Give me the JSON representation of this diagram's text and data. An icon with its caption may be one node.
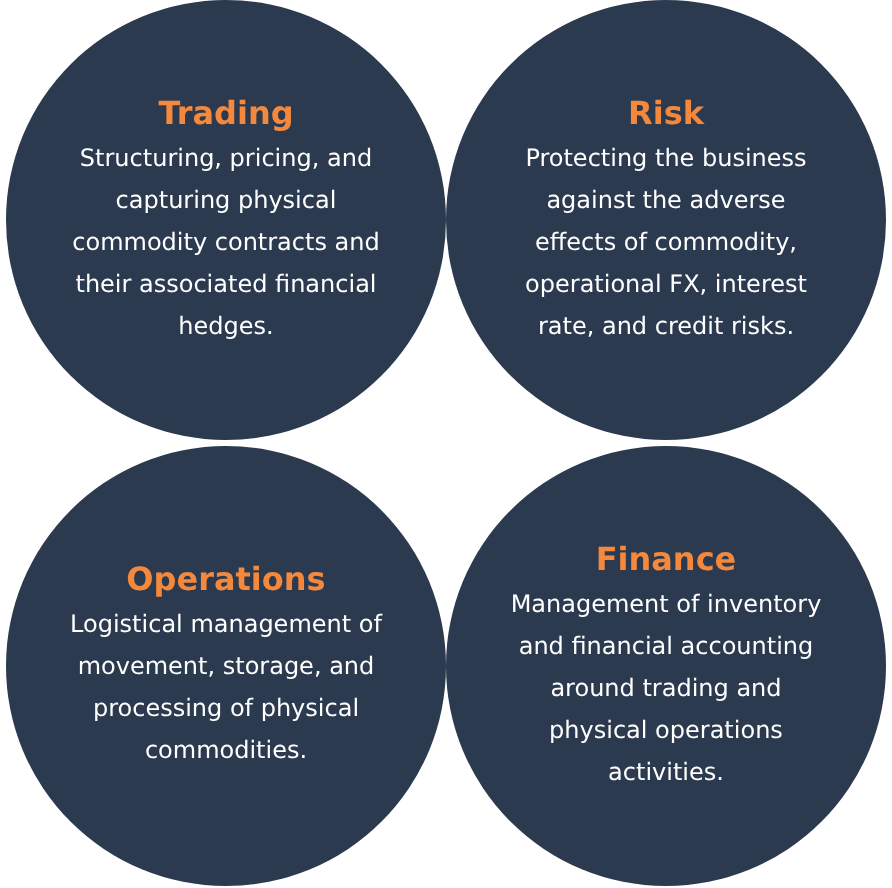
{
  "diagram": {
    "nodes": [
      {
        "text": [
          "Trading",
          "Structuring, pricing, and capturing physical commodity contracts and their associated financial hedges."
        ]
      },
      {
        "text": [
          "Risk",
          "Protecting the business against the adverse effects of commodity, operational FX, interest rate, and credit risks."
        ]
      },
      {
        "text": [
          "Operations",
          "Logistical management of movement, storage, and processing of physical commodities."
        ]
      },
      {
        "text": [
          "Finance",
          "Management of inventory and financial accounting around trading and physical operations activities."
        ]
      }
    ]
  }
}
